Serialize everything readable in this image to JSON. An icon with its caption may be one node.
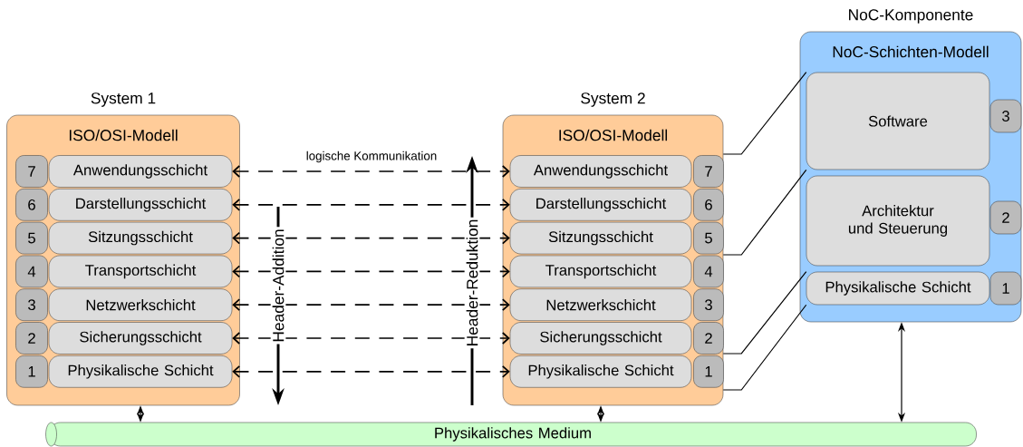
{
  "diagram": {
    "nodes": [
      {
        "text": [
          "System 1",
          "ISO/OSI-Modell"
        ]
      },
      {
        "text": [
          "7"
        ],
        "in": 0
      },
      {
        "text": [
          "Anwendungsschicht"
        ],
        "in": 0
      },
      {
        "text": [
          "6"
        ],
        "in": 0
      },
      {
        "text": [
          "Darstellungsschicht"
        ],
        "in": 0
      },
      {
        "text": [
          "5"
        ],
        "in": 0
      },
      {
        "text": [
          "Sitzungsschicht"
        ],
        "in": 0
      },
      {
        "text": [
          "4"
        ],
        "in": 0
      },
      {
        "text": [
          "Transportschicht"
        ],
        "in": 0
      },
      {
        "text": [
          "3"
        ],
        "in": 0
      },
      {
        "text": [
          "Netzwerkschicht"
        ],
        "in": 0
      },
      {
        "text": [
          "2"
        ],
        "in": 0
      },
      {
        "text": [
          "Sicherungsschicht"
        ],
        "in": 0
      },
      {
        "text": [
          "1"
        ],
        "in": 0
      },
      {
        "text": [
          "Physikalische Schicht"
        ],
        "in": 0
      },
      {
        "text": [
          "System 2",
          "ISO/OSI-Modell"
        ]
      },
      {
        "text": [
          "Anwendungsschicht"
        ],
        "in": 15
      },
      {
        "text": [
          "7"
        ],
        "in": 15
      },
      {
        "text": [
          "Darstellungsschicht"
        ],
        "in": 15
      },
      {
        "text": [
          "6"
        ],
        "in": 15
      },
      {
        "text": [
          "Sitzungsschicht"
        ],
        "in": 15
      },
      {
        "text": [
          "5"
        ],
        "in": 15
      },
      {
        "text": [
          "Transportschicht"
        ],
        "in": 15
      },
      {
        "text": [
          "4"
        ],
        "in": 15
      },
      {
        "text": [
          "Netzwerkschicht"
        ],
        "in": 15
      },
      {
        "text": [
          "3"
        ],
        "in": 15
      },
      {
        "text": [
          "Sicherungsschicht"
        ],
        "in": 15
      },
      {
        "text": [
          "2"
        ],
        "in": 15
      },
      {
        "text": [
          "Physikalische Schicht"
        ],
        "in": 15
      },
      {
        "text": [
          "1"
        ],
        "in": 15
      },
      {
        "text": [
          "NoC-Komponente",
          "NoC-Schichten-Modell"
        ]
      },
      {
        "text": [
          "Software"
        ],
        "in": 30
      },
      {
        "text": [
          "3"
        ],
        "in": 30
      },
      {
        "text": [
          "Architektur und Steuerung"
        ],
        "in": 30
      },
      {
        "text": [
          "2"
        ],
        "in": 30
      },
      {
        "text": [
          "Physikalische Schicht"
        ],
        "in": 30
      },
      {
        "text": [
          "1"
        ],
        "in": 30
      },
      {
        "text": [
          "Physikalisches Medium"
        ]
      }
    ],
    "edges": [
      {
        "from": 2,
        "to": 16,
        "arrow": "both",
        "style": "dashed"
      },
      {
        "from": 4,
        "to": 18,
        "arrow": "both",
        "style": "dashed"
      },
      {
        "from": 6,
        "to": 20,
        "arrow": "both",
        "style": "dashed"
      },
      {
        "from": 8,
        "to": 22,
        "arrow": "both",
        "style": "dashed"
      },
      {
        "from": 10,
        "to": 24,
        "arrow": "both",
        "style": "dashed"
      },
      {
        "from": 12,
        "to": 26,
        "arrow": "both",
        "style": "dashed"
      },
      {
        "from": 14,
        "to": 28,
        "arrow": "both",
        "style": "dashed"
      },
      {
        "from": 0,
        "to": 37,
        "arrow": "both"
      },
      {
        "from": 15,
        "to": 37,
        "arrow": "both"
      },
      {
        "from": 30,
        "to": 37,
        "arrow": "both"
      },
      {
        "from": 15,
        "to": 31,
        "arrow": "none"
      },
      {
        "from": 15,
        "to": 31,
        "arrow": "none"
      },
      {
        "from": 15,
        "to": 35,
        "arrow": "none"
      },
      {
        "from": 15,
        "to": 35,
        "arrow": "none"
      }
    ],
    "labels": [
      "logische Kommunikation",
      "Header-Addition",
      "Header-Reduktion"
    ]
  }
}
